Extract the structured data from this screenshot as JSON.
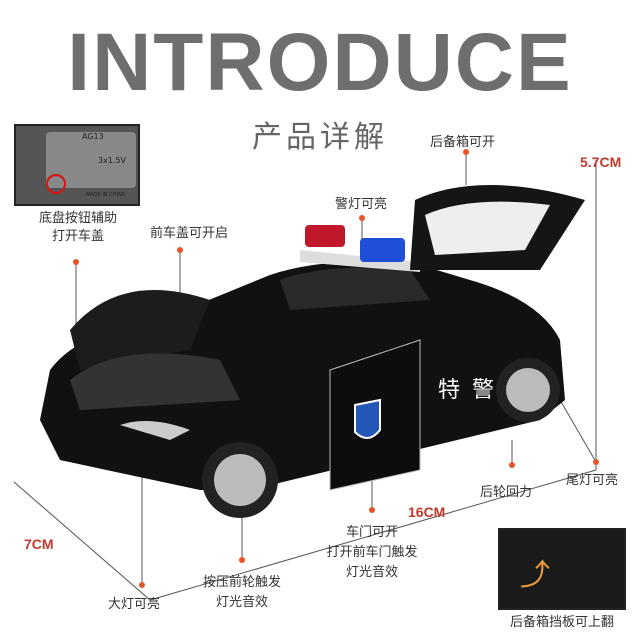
{
  "header": {
    "title": "INTRODUCE",
    "subtitle": "产品详解"
  },
  "inset_chassis": {
    "battery_label": "AG13",
    "voltage": "3x1.5V",
    "made_in": "MADE IN CHINA",
    "caption_line1": "底盘按钮辅助",
    "caption_line2": "打开车盖"
  },
  "inset_trunk": {
    "caption": "后备箱挡板可上翻"
  },
  "features": {
    "front_hood": "前车盖可开启",
    "police_light": "警灯可亮",
    "trunk": "后备箱可开",
    "tail_light": "尾灯可亮",
    "rear_wheel": "后轮回力",
    "door_line1": "车门可开",
    "door_line2": "打开前车门触发",
    "door_line3": "灯光音效",
    "front_wheel_line1": "按压前轮触发",
    "front_wheel_line2": "灯光音效",
    "headlight": "大灯可亮"
  },
  "car": {
    "door_text": "特警"
  },
  "dimensions": {
    "height": "5.7CM",
    "length": "16CM",
    "width": "7CM"
  },
  "colors": {
    "accent": "#e8542a",
    "dimension": "#c0392b",
    "title": "#6e6e6e"
  }
}
